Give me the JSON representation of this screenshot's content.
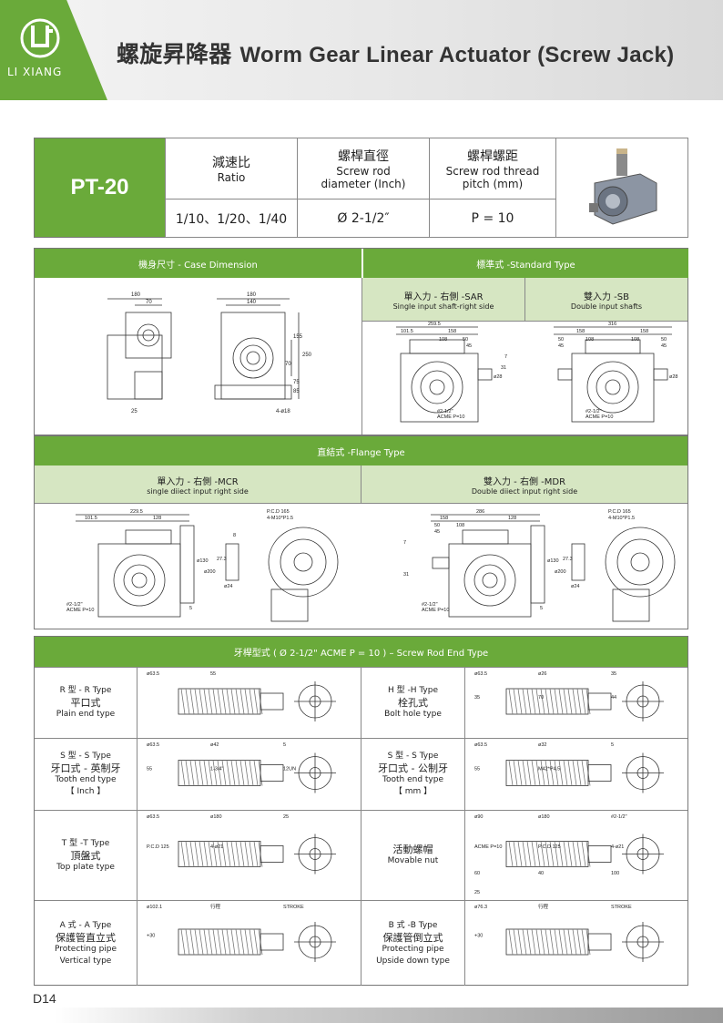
{
  "header": {
    "logo_text": "LI XIANG",
    "title_zh": "螺旋昇降器",
    "title_en": "Worm Gear Linear Actuator (Screw Jack)"
  },
  "spec": {
    "model": "PT-20",
    "cols": [
      {
        "zh": "減速比",
        "en": "Ratio",
        "value": "1/10、1/20、1/40"
      },
      {
        "zh": "螺桿直徑",
        "en": "Screw rod diameter (Inch)",
        "value": "Ø 2-1/2″"
      },
      {
        "zh": "螺桿螺距",
        "en": "Screw rod thread pitch (mm)",
        "value": "P = 10"
      }
    ]
  },
  "case_section": {
    "left_header": "機身尺寸 - Case Dimension",
    "right_header": "標準式 -Standard Type",
    "sar_zh": "單入力 - 右側 -SAR",
    "sar_en": "Single input shaft-right side",
    "sb_zh": "雙入力 -SB",
    "sb_en": "Double input shafts",
    "dims": [
      "180",
      "70",
      "180",
      "140",
      "155",
      "250",
      "75",
      "70",
      "85",
      "25",
      "4-ø18"
    ],
    "sar_dims": [
      "259.5",
      "101.5",
      "158",
      "108",
      "50",
      "45",
      "ø28",
      "31",
      "7",
      "#2-1/2\"",
      "ACME P=10"
    ],
    "sb_dims": [
      "316",
      "158",
      "158",
      "50",
      "108",
      "108",
      "50",
      "45",
      "45",
      "ø28",
      "#2-1/2\"",
      "ACME P=10"
    ]
  },
  "flange_section": {
    "header": "直結式 -Flange Type",
    "mcr_zh": "單入力 - 右側 -MCR",
    "mcr_en": "single diiect input right side",
    "mdr_zh": "雙入力 - 右側 -MDR",
    "mdr_en": "Double diiect input right side",
    "mcr_dims": [
      "229.5",
      "101.5",
      "128",
      "P.C.D 165",
      "4-M10*P1.5",
      "ø130",
      "ø200",
      "27.3",
      "ø24",
      "8",
      "5",
      "#2-1/2\"",
      "ACME P=10"
    ],
    "mdr_dims": [
      "286",
      "158",
      "128",
      "50",
      "108",
      "45",
      "P.C.D 165",
      "4-M10*P1.5",
      "ø130",
      "ø200",
      "27.3",
      "ø24",
      "31",
      "7",
      "5",
      "#2-1/2\"",
      "ACME P=10"
    ]
  },
  "rod_section": {
    "header": "牙桿型式 ( Ø 2-1/2\"  ACME P = 10 ) – Screw Rod End Type",
    "rows": [
      {
        "left": {
          "l1": "R 型 - R Type",
          "l2": "平口式",
          "l3": "Plain end type",
          "l4": ""
        },
        "right": {
          "l1": "H 型 -H Type",
          "l2": "栓孔式",
          "l3": "Bolt hole type",
          "l4": ""
        },
        "ldims": [
          "ø63.5",
          "55"
        ],
        "rdims": [
          "ø63.5",
          "ø26",
          "35",
          "35",
          "70",
          "44"
        ]
      },
      {
        "left": {
          "l1": "S 型 - S Type",
          "l2": "牙口式 - 英制牙",
          "l3": "Tooth end type",
          "l4": "【 Inch 】"
        },
        "right": {
          "l1": "S 型 - S Type",
          "l2": "牙口式 - 公制牙",
          "l3": "Tooth end type",
          "l4": "【 mm 】"
        },
        "ldims": [
          "ø63.5",
          "ø42",
          "5",
          "55",
          "1-3/4\"",
          "12UN"
        ],
        "rdims": [
          "ø63.5",
          "ø32",
          "5",
          "55",
          "M42*P4.5"
        ]
      },
      {
        "left": {
          "l1": "T 型 -T Type",
          "l2": "頂盤式",
          "l3": "Top plate type",
          "l4": ""
        },
        "right": {
          "l1": "",
          "l2": "活動螺帽",
          "l3": "Movable nut",
          "l4": ""
        },
        "ldims": [
          "ø63.5",
          "ø180",
          "25",
          "P.C.D 125",
          "4-ø21"
        ],
        "rdims": [
          "ø90",
          "ø180",
          "#2-1/2\"",
          "ACME P=10",
          "P.C.D 125",
          "4-ø21",
          "60",
          "40",
          "100",
          "25"
        ]
      },
      {
        "left": {
          "l1": "A 式 - A Type",
          "l2": "保護管直立式",
          "l3": "Protecting pipe",
          "l4": "Vertical type"
        },
        "right": {
          "l1": "B 式 -B Type",
          "l2": "保護管倒立式",
          "l3": "Protecting pipe",
          "l4": "Upside down type"
        },
        "ldims": [
          "ø102.1",
          "行程",
          "STROKE",
          "+30"
        ],
        "rdims": [
          "ø76.3",
          "行程",
          "STROKE",
          "+30"
        ]
      }
    ]
  },
  "footer": {
    "page": "D14"
  },
  "colors": {
    "accent_green": "#6aaa3a",
    "light_green": "#d6e6c2"
  }
}
